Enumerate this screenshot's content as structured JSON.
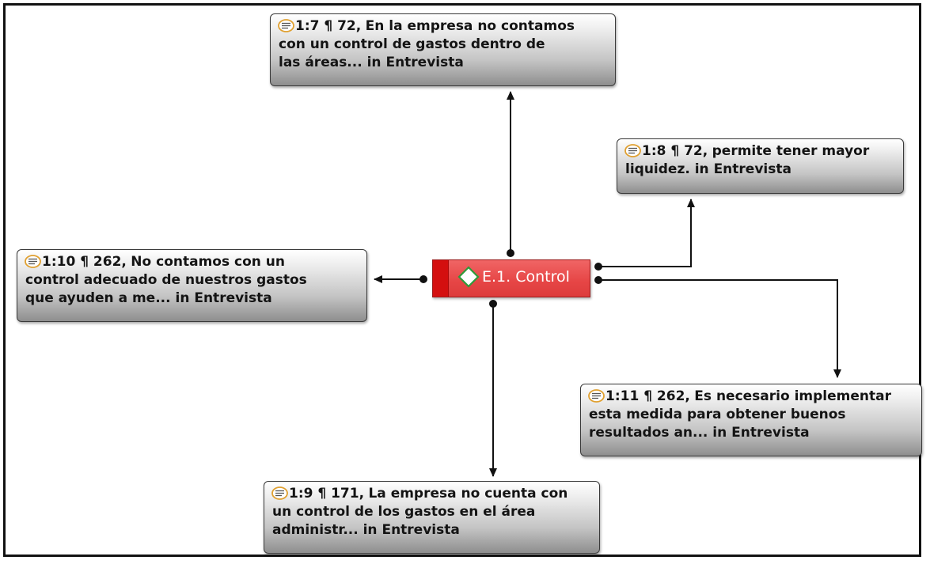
{
  "colors": {
    "code_fill": "#e64545",
    "code_stripe": "#d40f0f",
    "code_text": "#ffffff",
    "quote_fill_top": "#ffffff",
    "quote_fill_bottom": "#8e8e8e",
    "quote_icon": "#e0a030",
    "edge": "#111111"
  },
  "code": {
    "icon": "diamond-code-icon",
    "label": "E.1. Control"
  },
  "quotes": [
    {
      "id": "q-1-7",
      "icon": "quotation-icon",
      "ref": "1:7 ¶ 72,",
      "lines": [
        "En la empresa no contamos",
        "con un control de gastos dentro de",
        "las áreas... in Entrevista"
      ]
    },
    {
      "id": "q-1-8",
      "icon": "quotation-icon",
      "ref": "1:8 ¶ 72,",
      "lines": [
        "permite tener mayor",
        "liquidez. in Entrevista"
      ]
    },
    {
      "id": "q-1-10",
      "icon": "quotation-icon",
      "ref": "1:10 ¶ 262,",
      "lines": [
        "No contamos con un",
        "control adecuado de nuestros gastos",
        "que ayuden a me... in Entrevista"
      ]
    },
    {
      "id": "q-1-11",
      "icon": "quotation-icon",
      "ref": "1:11 ¶ 262,",
      "lines": [
        "Es necesario implementar",
        "esta medida para obtener buenos",
        "resultados an... in Entrevista"
      ]
    },
    {
      "id": "q-1-9",
      "icon": "quotation-icon",
      "ref": "1:9 ¶ 171,",
      "lines": [
        "La empresa no cuenta con",
        "un control de los gastos en el área",
        "administr... in Entrevista"
      ]
    }
  ]
}
